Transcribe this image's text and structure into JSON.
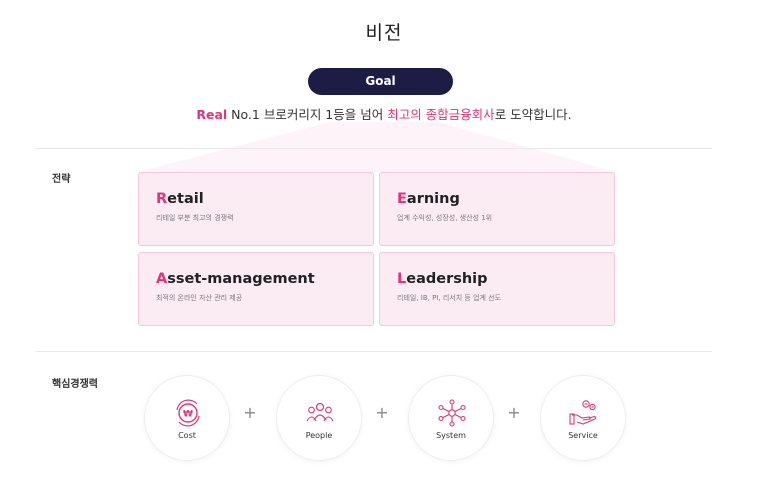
{
  "page": {
    "title": "비전"
  },
  "goal": {
    "badge": "Goal",
    "statement": {
      "part1": "Real",
      "part2": " No.1 브로커리지 1등을 넘어 ",
      "part3": "최고의 종합금융회사",
      "part4": "로 도약합니다."
    }
  },
  "strategy": {
    "label": "전략",
    "cards": [
      {
        "initial": "R",
        "rest": "etail",
        "desc": "리테일 부분 최고의 경쟁력"
      },
      {
        "initial": "E",
        "rest": "arning",
        "desc": "업계 수익성, 성장성, 생산성 1위"
      },
      {
        "initial": "A",
        "rest": "sset-management",
        "desc": "최적의 온라인 자산 관리 제공"
      },
      {
        "initial": "L",
        "rest": "eadership",
        "desc": "리테일, IB, PI, 리서치 등 업계 선도"
      }
    ]
  },
  "competency": {
    "label": "핵심경쟁력",
    "items": [
      {
        "label": "Cost",
        "icon": "won-cycle-icon"
      },
      {
        "label": "People",
        "icon": "people-icon"
      },
      {
        "label": "System",
        "icon": "network-icon"
      },
      {
        "label": "Service",
        "icon": "hand-service-icon"
      }
    ],
    "separator": "+"
  },
  "colors": {
    "accent": "#e0357a",
    "navy": "#1c1c45",
    "card_bg": "#fbecf4",
    "card_border": "#f5c8dd"
  }
}
